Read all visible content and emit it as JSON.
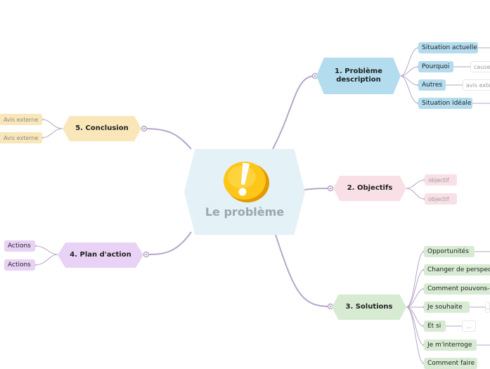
{
  "center": {
    "title": "Le problème",
    "icon": "exclamation-badge-icon"
  },
  "topics": {
    "t1": {
      "label": "1.  Problème\ndescription",
      "items": [
        "Situation actuelle",
        "Pourquoi",
        "Autres",
        "Situation idéale"
      ],
      "leaves": [
        "cause",
        "avis exte"
      ]
    },
    "t2": {
      "label": "2. Objectifs",
      "items": [
        "objectif",
        "objectif"
      ]
    },
    "t3": {
      "label": "3. Solutions",
      "items": [
        "Opportunités",
        "Changer de perspec",
        "Comment pouvons-n",
        "Je souhaite",
        "Et si",
        "Je m'interroge",
        "Comment faire"
      ],
      "leaves": [
        "...",
        "...",
        "..."
      ]
    },
    "t4": {
      "label": "4. Plan d'action",
      "items": [
        "Actions",
        "Actions"
      ]
    },
    "t5": {
      "label": "5. Conclusion",
      "items": [
        "Avis externe",
        "Avis externe"
      ]
    }
  },
  "colors": {
    "blue": "#b3dcef",
    "pink": "#f9e0e6",
    "green": "#d7ead2",
    "purple": "#e8d3f6",
    "yellow": "#f9e6b9",
    "center_bg": "#e4f1f6",
    "connector": "#b6a6c9",
    "text_gray": "#9a9a9a"
  }
}
